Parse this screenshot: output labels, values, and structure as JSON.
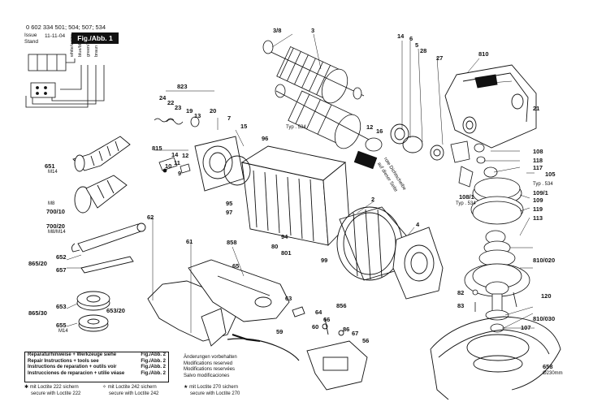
{
  "header": {
    "part_numbers": "0 602 334 501; 504; 507; 534",
    "issue_label": "Issue",
    "stand_label": "Stand",
    "issue_date": "11-11-04",
    "figure": "Fig./Abb. 1"
  },
  "wire_labels": [
    "white/weiss",
    "blue/blau",
    "green/grün",
    "braun"
  ],
  "callouts": {
    "c3_8": "3/8",
    "c3": "3",
    "c14": "14",
    "c6": "6",
    "c5": "5",
    "c28": "28",
    "c27": "27",
    "c810": "810",
    "c823": "823",
    "c24": "24",
    "c22": "22",
    "c23": "23",
    "c19": "19",
    "c13": "13",
    "c20": "20",
    "c7": "7",
    "c15": "15",
    "c815": "815",
    "c14b": "14",
    "c12": "12",
    "c11": "11",
    "c10": "10",
    "c9": "9",
    "c12b": "12",
    "c16": "16",
    "c21": "21",
    "c108": "108",
    "c118": "118",
    "c117": "117",
    "c105": "105",
    "typ534a": "Typ . 534",
    "typ534b": "Typ . 534",
    "typ534c": "Typ . 534",
    "c108_1": "108/1",
    "c109_1": "109/1",
    "c109": "109",
    "c119": "119",
    "c113": "113",
    "seal_note_1": "rote Dichtscheibe",
    "seal_note_2": "auf dieser Seite",
    "c651": "651",
    "m14a": "M14",
    "c96": "96",
    "c2": "2",
    "m8": "M8",
    "c700_10": "700/10",
    "c700_20": "700/20",
    "m8m14": "M8/M14",
    "c95": "95",
    "c97": "97",
    "c94": "94",
    "c80": "80",
    "c801": "801",
    "c99": "99",
    "c4": "4",
    "c62": "62",
    "c61": "61",
    "c858": "858",
    "c65": "65",
    "c652": "652",
    "c865_20": "865/20",
    "c657": "657",
    "c653": "653",
    "c653_20": "653/20",
    "c865_30": "865/30",
    "c655": "655",
    "m14b": "M14",
    "c63": "63",
    "c64": "64",
    "c856": "856",
    "c66": "66",
    "c60": "60",
    "c86": "86",
    "c67": "67",
    "c59": "59",
    "c56": "56",
    "c810_020": "810/020",
    "c82": "82",
    "c83": "83",
    "c120": "120",
    "c810_030": "810/030",
    "c107": "107",
    "c658": "658",
    "dia230": "Ø230mm"
  },
  "notes": {
    "rows": [
      {
        "text": "Reparaturhinweise + Werkzeuge siehe",
        "ref": "Fig./Abb. 2"
      },
      {
        "text": "Repair Instructions + tools see",
        "ref": "Fig./Abb. 2"
      },
      {
        "text": "Instructions de reparation + outils voir",
        "ref": "Fig./Abb. 2"
      },
      {
        "text": "Instrucciones de reparacion + utilie véase",
        "ref": "Fig./Abb. 2"
      }
    ],
    "modifications": [
      "Änderungen vorbehalten",
      "Modifications reserved",
      "Modifications reservées",
      "Salvo modificaciones"
    ]
  },
  "legend": [
    {
      "symbol": "✱",
      "line1": "mit Loctite 222 sichern",
      "line2": "secure with Loctite 222"
    },
    {
      "symbol": "✧",
      "line1": "mit Loctite 242 sichern",
      "line2": "secure with Loctite 242"
    },
    {
      "symbol": "★",
      "line1": "mit Loctite 270 sichern",
      "line2": "secure with Loctite 270"
    }
  ]
}
